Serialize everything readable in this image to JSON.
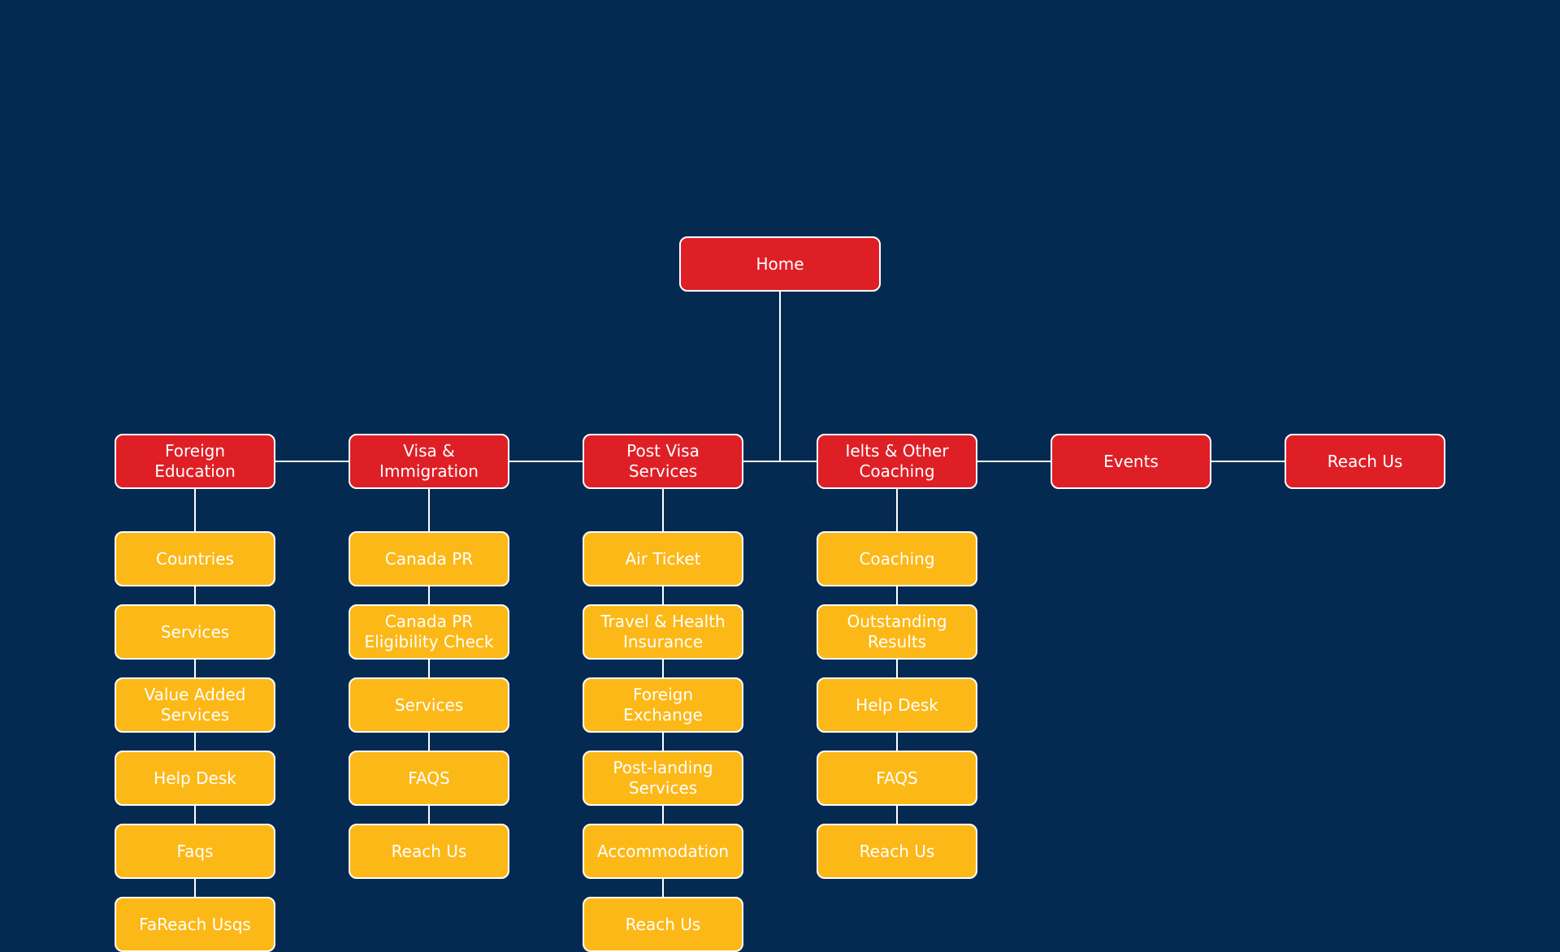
{
  "colors": {
    "background": "#042a52",
    "primary_node": "#df1f26",
    "secondary_node": "#fcb817",
    "border": "#ffffff",
    "connector": "#ffffff"
  },
  "root": {
    "label": "Home"
  },
  "sections": [
    {
      "label": "Foreign\nEducation",
      "children": [
        "Countries",
        "Services",
        "Value Added\nServices",
        "Help Desk",
        "Faqs",
        "FaReach Usqs"
      ]
    },
    {
      "label": "Visa &\nImmigration",
      "children": [
        "Canada PR",
        "Canada PR\nEligibility Check",
        "Services",
        "FAQS",
        "Reach Us"
      ]
    },
    {
      "label": "Post Visa\nServices",
      "children": [
        "Air Ticket",
        "Travel & Health\nInsurance",
        "Foreign\nExchange",
        "Post-landing\nServices",
        "Accommodation",
        "Reach Us"
      ]
    },
    {
      "label": "Ielts & Other\nCoaching",
      "children": [
        "Coaching",
        "Outstanding\nResults",
        "Help Desk",
        "FAQS",
        "Reach Us"
      ]
    },
    {
      "label": "Events",
      "children": []
    },
    {
      "label": "Reach Us",
      "children": []
    }
  ]
}
